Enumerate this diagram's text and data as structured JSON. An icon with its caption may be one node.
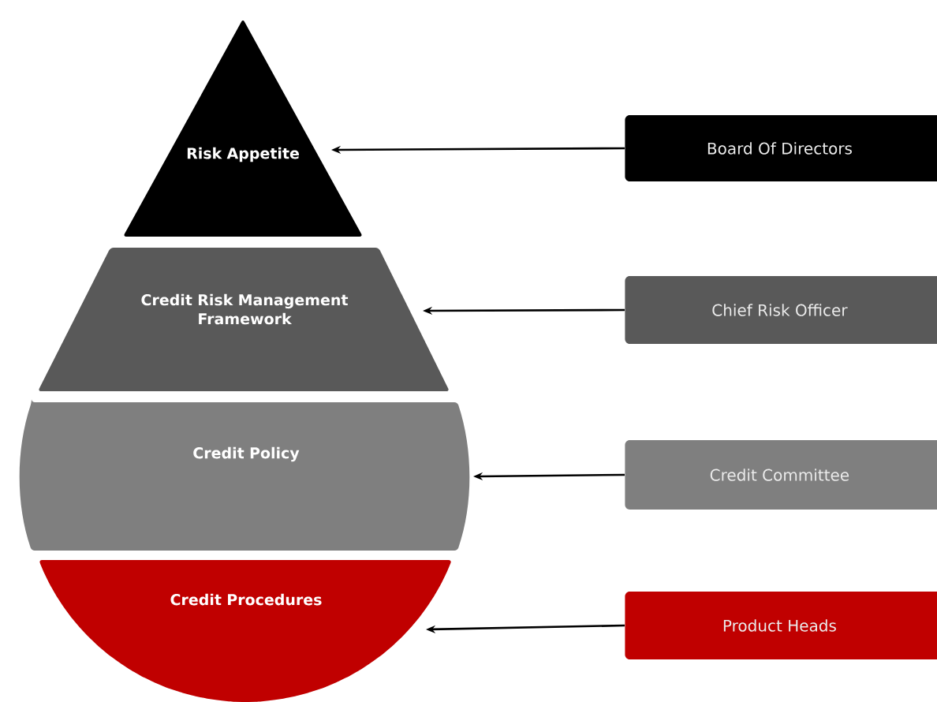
{
  "diagram": {
    "nodes": [
      {
        "text": [
          "Risk Appetite"
        ]
      },
      {
        "text": [
          "Credit Risk Management Framework"
        ]
      },
      {
        "text": [
          "Credit Policy"
        ]
      },
      {
        "text": [
          "Credit Procedures"
        ]
      },
      {
        "text": [
          "Board Of Directors"
        ]
      },
      {
        "text": [
          "Chief Risk Officer"
        ]
      },
      {
        "text": [
          "Credit Committee"
        ]
      },
      {
        "text": [
          "Product Heads"
        ]
      }
    ],
    "edges": [
      {
        "from": 4,
        "to": 0,
        "arrow": "to"
      },
      {
        "from": 5,
        "to": 1,
        "arrow": "to"
      },
      {
        "from": 6,
        "to": 2,
        "arrow": "to"
      },
      {
        "from": 7,
        "to": 3,
        "arrow": "to"
      }
    ]
  }
}
